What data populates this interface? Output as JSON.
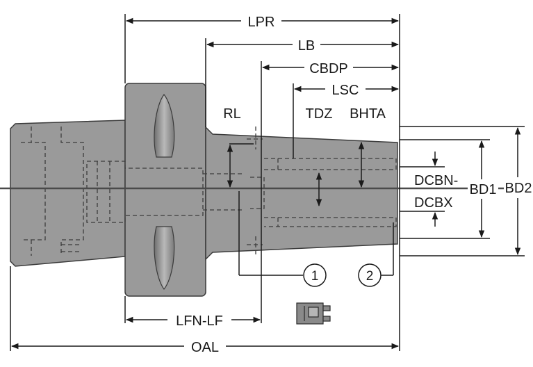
{
  "labels": {
    "lpr": "LPR",
    "lb": "LB",
    "cbdp": "CBDP",
    "lsc": "LSC",
    "rl": "RL",
    "tdz": "TDZ",
    "bhta": "BHTA",
    "dcbn": "DCBN-",
    "dcbx": "DCBX",
    "bd1": "BD1",
    "bd2": "BD2",
    "lfn_lf": "LFN-LF",
    "oal": "OAL"
  },
  "callouts": {
    "one": "1",
    "two": "2"
  },
  "colors": {
    "body": "#9a9a9a",
    "body_edge": "#3a3a3a",
    "line": "#1a1a1a",
    "hidden": "#3c3c3c",
    "centerline": "#4a4a4a"
  }
}
